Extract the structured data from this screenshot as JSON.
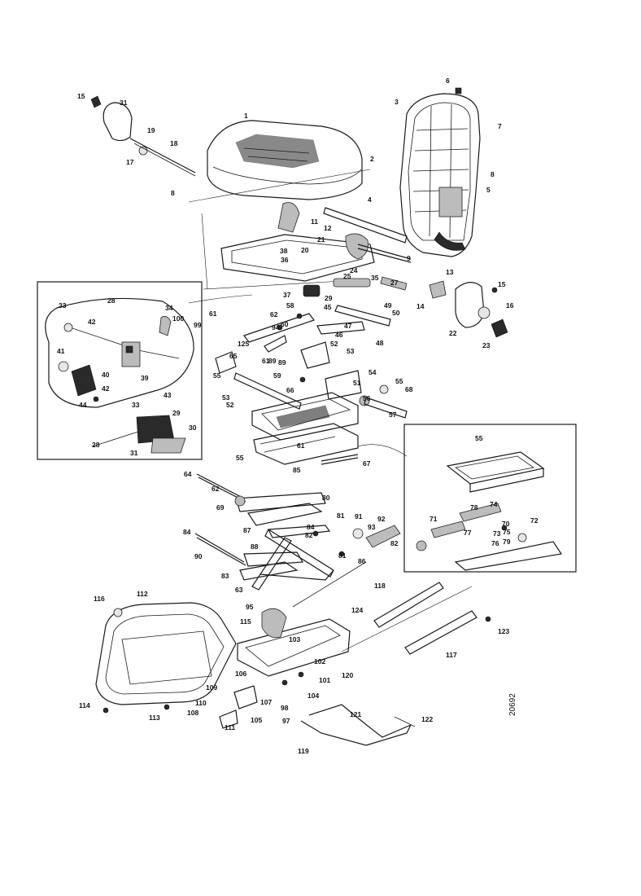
{
  "diagram_code": "20692",
  "labels": [
    {
      "id": "l1",
      "text": "1"
    },
    {
      "id": "l2",
      "text": "2"
    },
    {
      "id": "l3",
      "text": "3"
    },
    {
      "id": "l4",
      "text": "4"
    },
    {
      "id": "l5",
      "text": "5"
    },
    {
      "id": "l6",
      "text": "6"
    },
    {
      "id": "l7",
      "text": "7"
    },
    {
      "id": "l8",
      "text": "8"
    },
    {
      "id": "l8b",
      "text": "8"
    },
    {
      "id": "l9",
      "text": "9"
    },
    {
      "id": "l11",
      "text": "11"
    },
    {
      "id": "l12",
      "text": "12"
    },
    {
      "id": "l13",
      "text": "13"
    },
    {
      "id": "l14",
      "text": "14"
    },
    {
      "id": "l15",
      "text": "15"
    },
    {
      "id": "l15b",
      "text": "15"
    },
    {
      "id": "l16",
      "text": "16"
    },
    {
      "id": "l17",
      "text": "17"
    },
    {
      "id": "l18",
      "text": "18"
    },
    {
      "id": "l19",
      "text": "19"
    },
    {
      "id": "l20",
      "text": "20"
    },
    {
      "id": "l21",
      "text": "21"
    },
    {
      "id": "l22",
      "text": "22"
    },
    {
      "id": "l23",
      "text": "23"
    },
    {
      "id": "l24",
      "text": "24"
    },
    {
      "id": "l25",
      "text": "25"
    },
    {
      "id": "l27",
      "text": "27"
    },
    {
      "id": "l28",
      "text": "28"
    },
    {
      "id": "l28b",
      "text": "28"
    },
    {
      "id": "l29",
      "text": "29"
    },
    {
      "id": "l29b",
      "text": "29"
    },
    {
      "id": "l30",
      "text": "30"
    },
    {
      "id": "l31",
      "text": "31"
    },
    {
      "id": "l31b",
      "text": "31"
    },
    {
      "id": "l33",
      "text": "33"
    },
    {
      "id": "l33b",
      "text": "33"
    },
    {
      "id": "l34",
      "text": "34"
    },
    {
      "id": "l35",
      "text": "35"
    },
    {
      "id": "l36",
      "text": "36"
    },
    {
      "id": "l37",
      "text": "37"
    },
    {
      "id": "l38",
      "text": "38"
    },
    {
      "id": "l39",
      "text": "39"
    },
    {
      "id": "l40",
      "text": "40"
    },
    {
      "id": "l41",
      "text": "41"
    },
    {
      "id": "l42",
      "text": "42"
    },
    {
      "id": "l42b",
      "text": "42"
    },
    {
      "id": "l43",
      "text": "43"
    },
    {
      "id": "l44",
      "text": "44"
    },
    {
      "id": "l45",
      "text": "45"
    },
    {
      "id": "l46",
      "text": "46"
    },
    {
      "id": "l47",
      "text": "47"
    },
    {
      "id": "l48",
      "text": "48"
    },
    {
      "id": "l49",
      "text": "49"
    },
    {
      "id": "l50",
      "text": "50"
    },
    {
      "id": "l51",
      "text": "51"
    },
    {
      "id": "l52",
      "text": "52"
    },
    {
      "id": "l52b",
      "text": "52"
    },
    {
      "id": "l53",
      "text": "53"
    },
    {
      "id": "l53b",
      "text": "53"
    },
    {
      "id": "l54",
      "text": "54"
    },
    {
      "id": "l55",
      "text": "55"
    },
    {
      "id": "l55b",
      "text": "55"
    },
    {
      "id": "l55c",
      "text": "55"
    },
    {
      "id": "l55d",
      "text": "55"
    },
    {
      "id": "l56",
      "text": "56"
    },
    {
      "id": "l57",
      "text": "57"
    },
    {
      "id": "l58",
      "text": "58"
    },
    {
      "id": "l59",
      "text": "59"
    },
    {
      "id": "l60",
      "text": "60"
    },
    {
      "id": "l61",
      "text": "61"
    },
    {
      "id": "l61b",
      "text": "61"
    },
    {
      "id": "l61c",
      "text": "61"
    },
    {
      "id": "l62",
      "text": "62"
    },
    {
      "id": "l62b",
      "text": "62"
    },
    {
      "id": "l63",
      "text": "63"
    },
    {
      "id": "l64",
      "text": "64"
    },
    {
      "id": "l65",
      "text": "65"
    },
    {
      "id": "l66",
      "text": "66"
    },
    {
      "id": "l67",
      "text": "67"
    },
    {
      "id": "l68",
      "text": "68"
    },
    {
      "id": "l69",
      "text": "69"
    },
    {
      "id": "l70",
      "text": "70"
    },
    {
      "id": "l71",
      "text": "71"
    },
    {
      "id": "l72",
      "text": "72"
    },
    {
      "id": "l73",
      "text": "73"
    },
    {
      "id": "l74",
      "text": "74"
    },
    {
      "id": "l75",
      "text": "75"
    },
    {
      "id": "l76",
      "text": "76"
    },
    {
      "id": "l77",
      "text": "77"
    },
    {
      "id": "l78",
      "text": "78"
    },
    {
      "id": "l79",
      "text": "79"
    },
    {
      "id": "l80",
      "text": "80"
    },
    {
      "id": "l81",
      "text": "81"
    },
    {
      "id": "l81b",
      "text": "81"
    },
    {
      "id": "l82",
      "text": "82"
    },
    {
      "id": "l82b",
      "text": "82"
    },
    {
      "id": "l83",
      "text": "83"
    },
    {
      "id": "l84",
      "text": "84"
    },
    {
      "id": "l84b",
      "text": "84"
    },
    {
      "id": "l85",
      "text": "85"
    },
    {
      "id": "l86",
      "text": "86"
    },
    {
      "id": "l87",
      "text": "87"
    },
    {
      "id": "l88",
      "text": "88"
    },
    {
      "id": "l89",
      "text": "89"
    },
    {
      "id": "l89b",
      "text": "89"
    },
    {
      "id": "l90",
      "text": "90"
    },
    {
      "id": "l91",
      "text": "91"
    },
    {
      "id": "l92",
      "text": "92"
    },
    {
      "id": "l93",
      "text": "93"
    },
    {
      "id": "l94",
      "text": "94"
    },
    {
      "id": "l95",
      "text": "95"
    },
    {
      "id": "l97",
      "text": "97"
    },
    {
      "id": "l98",
      "text": "98"
    },
    {
      "id": "l99",
      "text": "99"
    },
    {
      "id": "l100",
      "text": "100"
    },
    {
      "id": "l101",
      "text": "101"
    },
    {
      "id": "l102",
      "text": "102"
    },
    {
      "id": "l103",
      "text": "103"
    },
    {
      "id": "l104",
      "text": "104"
    },
    {
      "id": "l105",
      "text": "105"
    },
    {
      "id": "l106",
      "text": "106"
    },
    {
      "id": "l107",
      "text": "107"
    },
    {
      "id": "l108",
      "text": "108"
    },
    {
      "id": "l109",
      "text": "109"
    },
    {
      "id": "l110",
      "text": "110"
    },
    {
      "id": "l111",
      "text": "111"
    },
    {
      "id": "l112",
      "text": "112"
    },
    {
      "id": "l113",
      "text": "113"
    },
    {
      "id": "l114",
      "text": "114"
    },
    {
      "id": "l115",
      "text": "115"
    },
    {
      "id": "l116",
      "text": "116"
    },
    {
      "id": "l117",
      "text": "117"
    },
    {
      "id": "l118",
      "text": "118"
    },
    {
      "id": "l119",
      "text": "119"
    },
    {
      "id": "l120",
      "text": "120"
    },
    {
      "id": "l121",
      "text": "121"
    },
    {
      "id": "l122",
      "text": "122"
    },
    {
      "id": "l123",
      "text": "123"
    },
    {
      "id": "l124",
      "text": "124"
    },
    {
      "id": "l125",
      "text": "125"
    }
  ]
}
